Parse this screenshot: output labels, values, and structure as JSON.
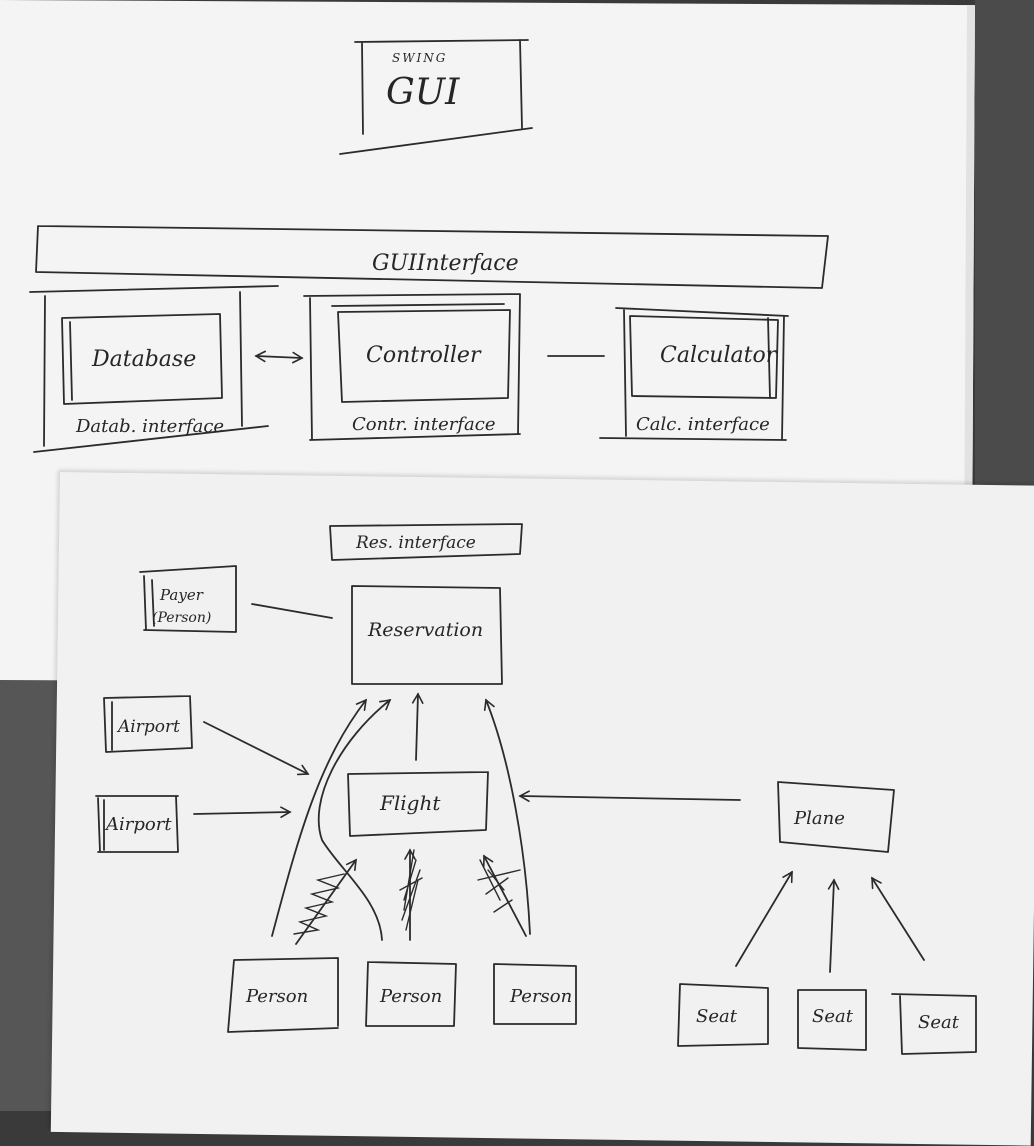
{
  "labels": {
    "swing": "SWING",
    "gui": "GUI",
    "gui_interface": "GUIInterface",
    "database": "Database",
    "datab_interface": "Datab. interface",
    "controller": "Controller",
    "contr_interface": "Contr. interface",
    "calculator": "Calculator",
    "calc_interface": "Calc. interface",
    "res_interface": "Res. interface",
    "payer_line1": "Payer",
    "payer_line2": "(Person)",
    "reservation": "Reservation",
    "airport_1": "Airport",
    "airport_2": "Airport",
    "flight": "Flight",
    "plane": "Plane",
    "person_1": "Person",
    "person_2": "Person",
    "person_3": "Person",
    "seat_1": "Seat",
    "seat_2": "Seat",
    "seat_3": "Seat"
  },
  "colors": {
    "paper": "#f4f4f4",
    "ink": "#2b2b2b",
    "background": "#3a3a3a"
  }
}
